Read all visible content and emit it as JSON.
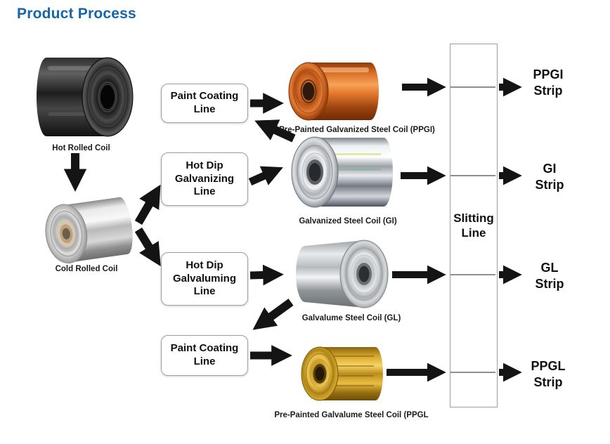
{
  "title": "Product Process",
  "colors": {
    "title_blue": "#1565ab",
    "arrow_black": "#141414",
    "box_border": "#9aa0a6",
    "ppgi_coil_orange": "#d96f28",
    "ppgl_coil_gold": "#d9a92c",
    "steel_silver": "#c9cdd1",
    "hot_rolled_dark": "#2f2f2f"
  },
  "flow": {
    "source_coil": {
      "label": "Hot Rolled Coil"
    },
    "cold_coil": {
      "label": "Cold Rolled Coil"
    },
    "processes": [
      {
        "label": "Paint Coating Line"
      },
      {
        "label": "Hot Dip Galvanizing Line"
      },
      {
        "label": "Hot Dip Galvaluming Line"
      },
      {
        "label": "Paint Coating Line"
      }
    ],
    "products": [
      {
        "label": "Pre-Painted Galvanized Steel Coil (PPGI)"
      },
      {
        "label": "Galvanized Steel Coil (GI)"
      },
      {
        "label": "Galvalume Steel Coil (GL)"
      },
      {
        "label": "Pre-Painted Galvalume Steel Coil (PPGL"
      }
    ],
    "slitting": {
      "label": "Slitting Line"
    },
    "outputs": [
      {
        "label": "PPGI Strip"
      },
      {
        "label": "GI Strip"
      },
      {
        "label": "GL Strip"
      },
      {
        "label": "PPGL Strip"
      }
    ]
  }
}
